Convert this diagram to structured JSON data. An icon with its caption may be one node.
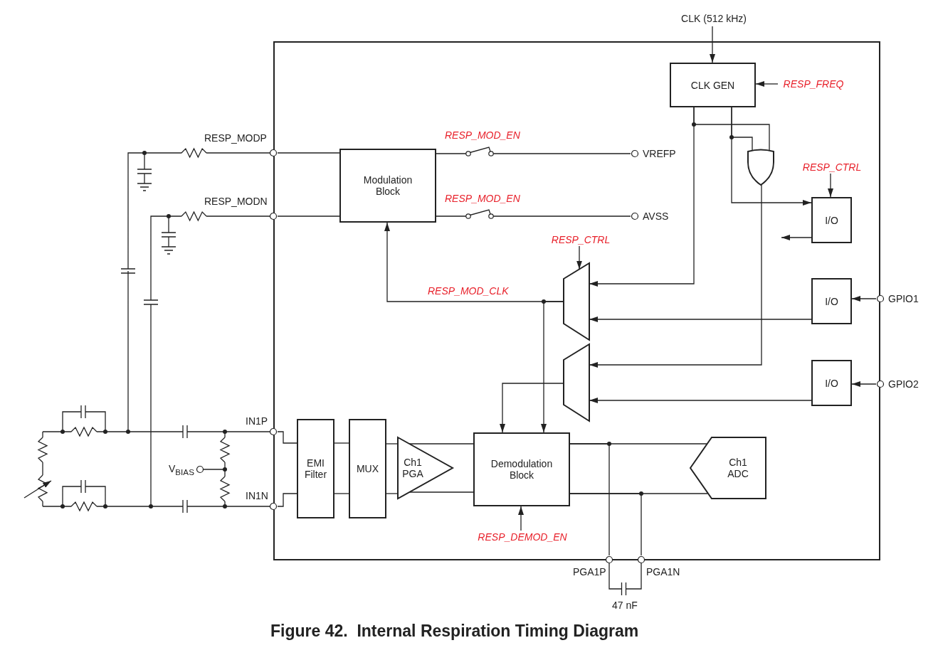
{
  "diagram": {
    "caption": "Figure 42.  Internal Respiration Timing Diagram",
    "nodes": [
      {
        "text": [],
        "shape": "box"
      },
      {
        "text": [
          "CLK (512 kHz)"
        ]
      },
      {
        "text": [
          "CLK GEN"
        ],
        "in": 0
      },
      {
        "text": [
          "RESP_FREQ"
        ],
        "in": 0
      },
      {
        "text": [
          "Modulation Block"
        ],
        "in": 0
      },
      {
        "text": [
          "VREFP"
        ],
        "in": 0
      },
      {
        "text": [
          "AVSS"
        ],
        "in": 0
      },
      {
        "text": [],
        "shape": "gate",
        "in": 0
      },
      {
        "text": [
          "RESP_CTRL"
        ],
        "in": 0
      },
      {
        "text": [
          "I/O"
        ],
        "in": 0
      },
      {
        "text": [
          "RESP_CTRL"
        ],
        "in": 0
      },
      {
        "text": [],
        "shape": "trapezoid",
        "in": 0
      },
      {
        "text": [
          "I/O"
        ],
        "in": 0
      },
      {
        "text": [
          "GPIO1"
        ]
      },
      {
        "text": [],
        "shape": "trapezoid",
        "in": 0
      },
      {
        "text": [
          "I/O"
        ],
        "in": 0
      },
      {
        "text": [
          "GPIO2"
        ]
      },
      {
        "text": [
          "EMI Filter"
        ],
        "in": 0
      },
      {
        "text": [
          "MUX"
        ],
        "in": 0
      },
      {
        "text": [
          "Ch1 PGA"
        ],
        "in": 0
      },
      {
        "text": [
          "Demodulation Block"
        ],
        "in": 0
      },
      {
        "text": [
          "Ch1 ADC"
        ],
        "in": 0
      },
      {
        "text": [
          "RESP_DEMOD_EN"
        ],
        "in": 0
      },
      {
        "text": [
          "IN1P"
        ]
      },
      {
        "text": [
          "IN1N"
        ]
      },
      {
        "text": [
          "RESP_MODP"
        ]
      },
      {
        "text": [
          "RESP_MODN"
        ]
      },
      {
        "text": [
          "PGA1P"
        ]
      },
      {
        "text": [
          "PGA1N"
        ]
      },
      {
        "text": [
          "V$_{BIAS}$"
        ]
      }
    ],
    "edges": [
      {
        "from": 1,
        "to": 2,
        "arrow": "to"
      },
      {
        "from": 3,
        "to": 2,
        "arrow": "to"
      },
      {
        "from": 2,
        "to": 7,
        "arrow": "none"
      },
      {
        "from": 2,
        "to": 11,
        "arrow": "to"
      },
      {
        "from": 2,
        "to": 7,
        "arrow": "none"
      },
      {
        "from": 2,
        "to": 9,
        "arrow": "to"
      },
      {
        "from": 7,
        "to": 14,
        "arrow": "to"
      },
      {
        "from": 8,
        "to": 9,
        "arrow": "to"
      },
      {
        "from": 10,
        "to": 11,
        "arrow": "to"
      },
      {
        "from": 9,
        "to": null,
        "arrow": "to"
      },
      {
        "from": 12,
        "to": 11,
        "arrow": "to"
      },
      {
        "from": 13,
        "to": 12,
        "arrow": "to"
      },
      {
        "from": 15,
        "to": 14,
        "arrow": "to"
      },
      {
        "from": 16,
        "to": 15,
        "arrow": "to"
      },
      {
        "from": 11,
        "to": 4,
        "arrow": "to",
        "label": "RESP_MOD_CLK"
      },
      {
        "from": 11,
        "to": 20,
        "arrow": "to"
      },
      {
        "from": 14,
        "to": 20,
        "arrow": "to"
      },
      {
        "from": 22,
        "to": 20,
        "arrow": "to"
      },
      {
        "from": 25,
        "to": 4,
        "arrow": "none"
      },
      {
        "from": 26,
        "to": 4,
        "arrow": "none"
      },
      {
        "from": 4,
        "to": 5,
        "arrow": "none"
      },
      {
        "from": 4,
        "to": 6,
        "arrow": "none"
      },
      {
        "from": 23,
        "to": 17,
        "arrow": "none"
      },
      {
        "from": 24,
        "to": 17,
        "arrow": "none"
      },
      {
        "from": 17,
        "to": 18,
        "arrow": "none"
      },
      {
        "from": 17,
        "to": 18,
        "arrow": "none"
      },
      {
        "from": 18,
        "to": 19,
        "arrow": "none"
      },
      {
        "from": 18,
        "to": 19,
        "arrow": "none"
      },
      {
        "from": 19,
        "to": 20,
        "arrow": "none"
      },
      {
        "from": 19,
        "to": 20,
        "arrow": "none"
      },
      {
        "from": 20,
        "to": 21,
        "arrow": "none"
      },
      {
        "from": 20,
        "to": 21,
        "arrow": "none"
      },
      {
        "from": 20,
        "to": 27,
        "arrow": "none"
      },
      {
        "from": 20,
        "to": 28,
        "arrow": "none"
      }
    ],
    "labels": [
      "RESP_MOD_EN",
      "RESP_MOD_EN",
      "47 nF"
    ]
  }
}
